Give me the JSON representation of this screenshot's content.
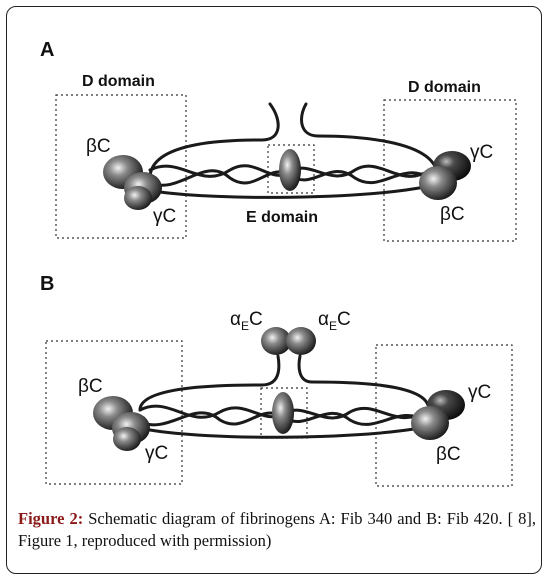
{
  "panels": {
    "a": {
      "label": "A",
      "left_domain": "D domain",
      "right_domain": "D domain",
      "center_domain": "E domain",
      "left_beta": "βC",
      "left_gamma": "γC",
      "right_beta": "βC",
      "right_gamma": "γC"
    },
    "b": {
      "label": "B",
      "alpha_left_main": "α",
      "alpha_left_sub": "E",
      "alpha_left_tail": "C",
      "alpha_right_main": "α",
      "alpha_right_sub": "E",
      "alpha_right_tail": "C",
      "left_beta": "βC",
      "left_gamma": "γC",
      "right_beta": "βC",
      "right_gamma": "γC"
    }
  },
  "caption": {
    "label": "Figure 2:",
    "text": " Schematic diagram of fibrinogens A: Fib 340 and B: Fib 420. [ 8], Figure 1, reproduced with permission)"
  }
}
